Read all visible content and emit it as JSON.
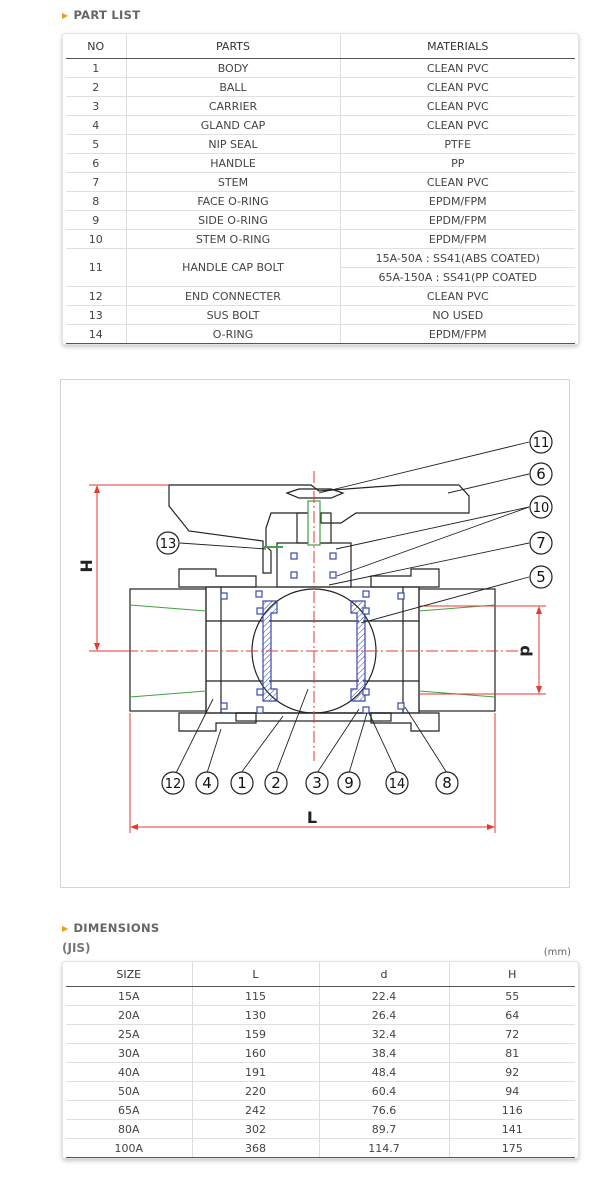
{
  "part_list": {
    "title": "PART  LIST",
    "headers": [
      "NO",
      "PARTS",
      "MATERIALS"
    ],
    "rows": [
      {
        "no": "1",
        "part": "BODY",
        "material": "CLEAN PVC"
      },
      {
        "no": "2",
        "part": "BALL",
        "material": "CLEAN PVC"
      },
      {
        "no": "3",
        "part": "CARRIER",
        "material": "CLEAN PVC"
      },
      {
        "no": "4",
        "part": "GLAND CAP",
        "material": "CLEAN PVC"
      },
      {
        "no": "5",
        "part": "NIP SEAL",
        "material": "PTFE"
      },
      {
        "no": "6",
        "part": "HANDLE",
        "material": "PP"
      },
      {
        "no": "7",
        "part": "STEM",
        "material": "CLEAN PVC"
      },
      {
        "no": "8",
        "part": "FACE O-RING",
        "material": "EPDM/FPM"
      },
      {
        "no": "9",
        "part": "SIDE O-RING",
        "material": "EPDM/FPM"
      },
      {
        "no": "10",
        "part": "STEM O-RING",
        "material": "EPDM/FPM"
      },
      {
        "no": "11",
        "part": "HANDLE CAP BOLT",
        "material": "15A-50A : SS41(ABS COATED)",
        "material2": "65A-150A : SS41(PP COATED"
      },
      {
        "no": "12",
        "part": "END CONNECTER",
        "material": "CLEAN PVC"
      },
      {
        "no": "13",
        "part": "SUS BOLT",
        "material": "NO USED"
      },
      {
        "no": "14",
        "part": "O-RING",
        "material": "EPDM/FPM"
      }
    ]
  },
  "diagram": {
    "callouts": [
      "11",
      "6",
      "10",
      "7",
      "5",
      "13",
      "12",
      "4",
      "1",
      "2",
      "3",
      "9",
      "14",
      "8"
    ],
    "dim_labels": {
      "height": "H",
      "length": "L",
      "diameter": "d"
    },
    "colors": {
      "dimension": "#e53935",
      "thread": "#43a047",
      "seal": "#3949ab",
      "outline": "#222222"
    }
  },
  "dimensions": {
    "title": "DIMENSIONS",
    "standard": "(JIS)",
    "unit": "(mm)",
    "headers": [
      "SIZE",
      "L",
      "d",
      "H"
    ],
    "rows": [
      [
        "15A",
        "115",
        "22.4",
        "55"
      ],
      [
        "20A",
        "130",
        "26.4",
        "64"
      ],
      [
        "25A",
        "159",
        "32.4",
        "72"
      ],
      [
        "30A",
        "160",
        "38.4",
        "81"
      ],
      [
        "40A",
        "191",
        "48.4",
        "92"
      ],
      [
        "50A",
        "220",
        "60.4",
        "94"
      ],
      [
        "65A",
        "242",
        "76.6",
        "116"
      ],
      [
        "80A",
        "302",
        "89.7",
        "141"
      ],
      [
        "100A",
        "368",
        "114.7",
        "175"
      ]
    ]
  },
  "accent": "#f39c12"
}
